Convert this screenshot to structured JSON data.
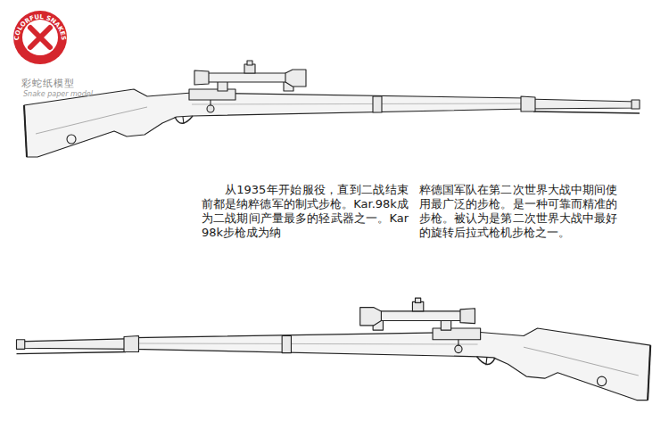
{
  "diagram": {
    "labels": [
      "COLORFUL SNAKES",
      "彩蛇纸模型",
      "Snake paper model",
      "从1935年开始服役，直到二战结束前都是纳粹德军的制式步枪。Kar.98k成为二战期间产量最多的轻武器之一。Kar 98k步枪成为纳",
      "粹德国军队在第二次世界大战中期间使用最广泛的步枪。是一种可靠而精准的步枪。被认为是第二次世界大战中最好的旋转后拉式枪机步枪之一。"
    ]
  }
}
